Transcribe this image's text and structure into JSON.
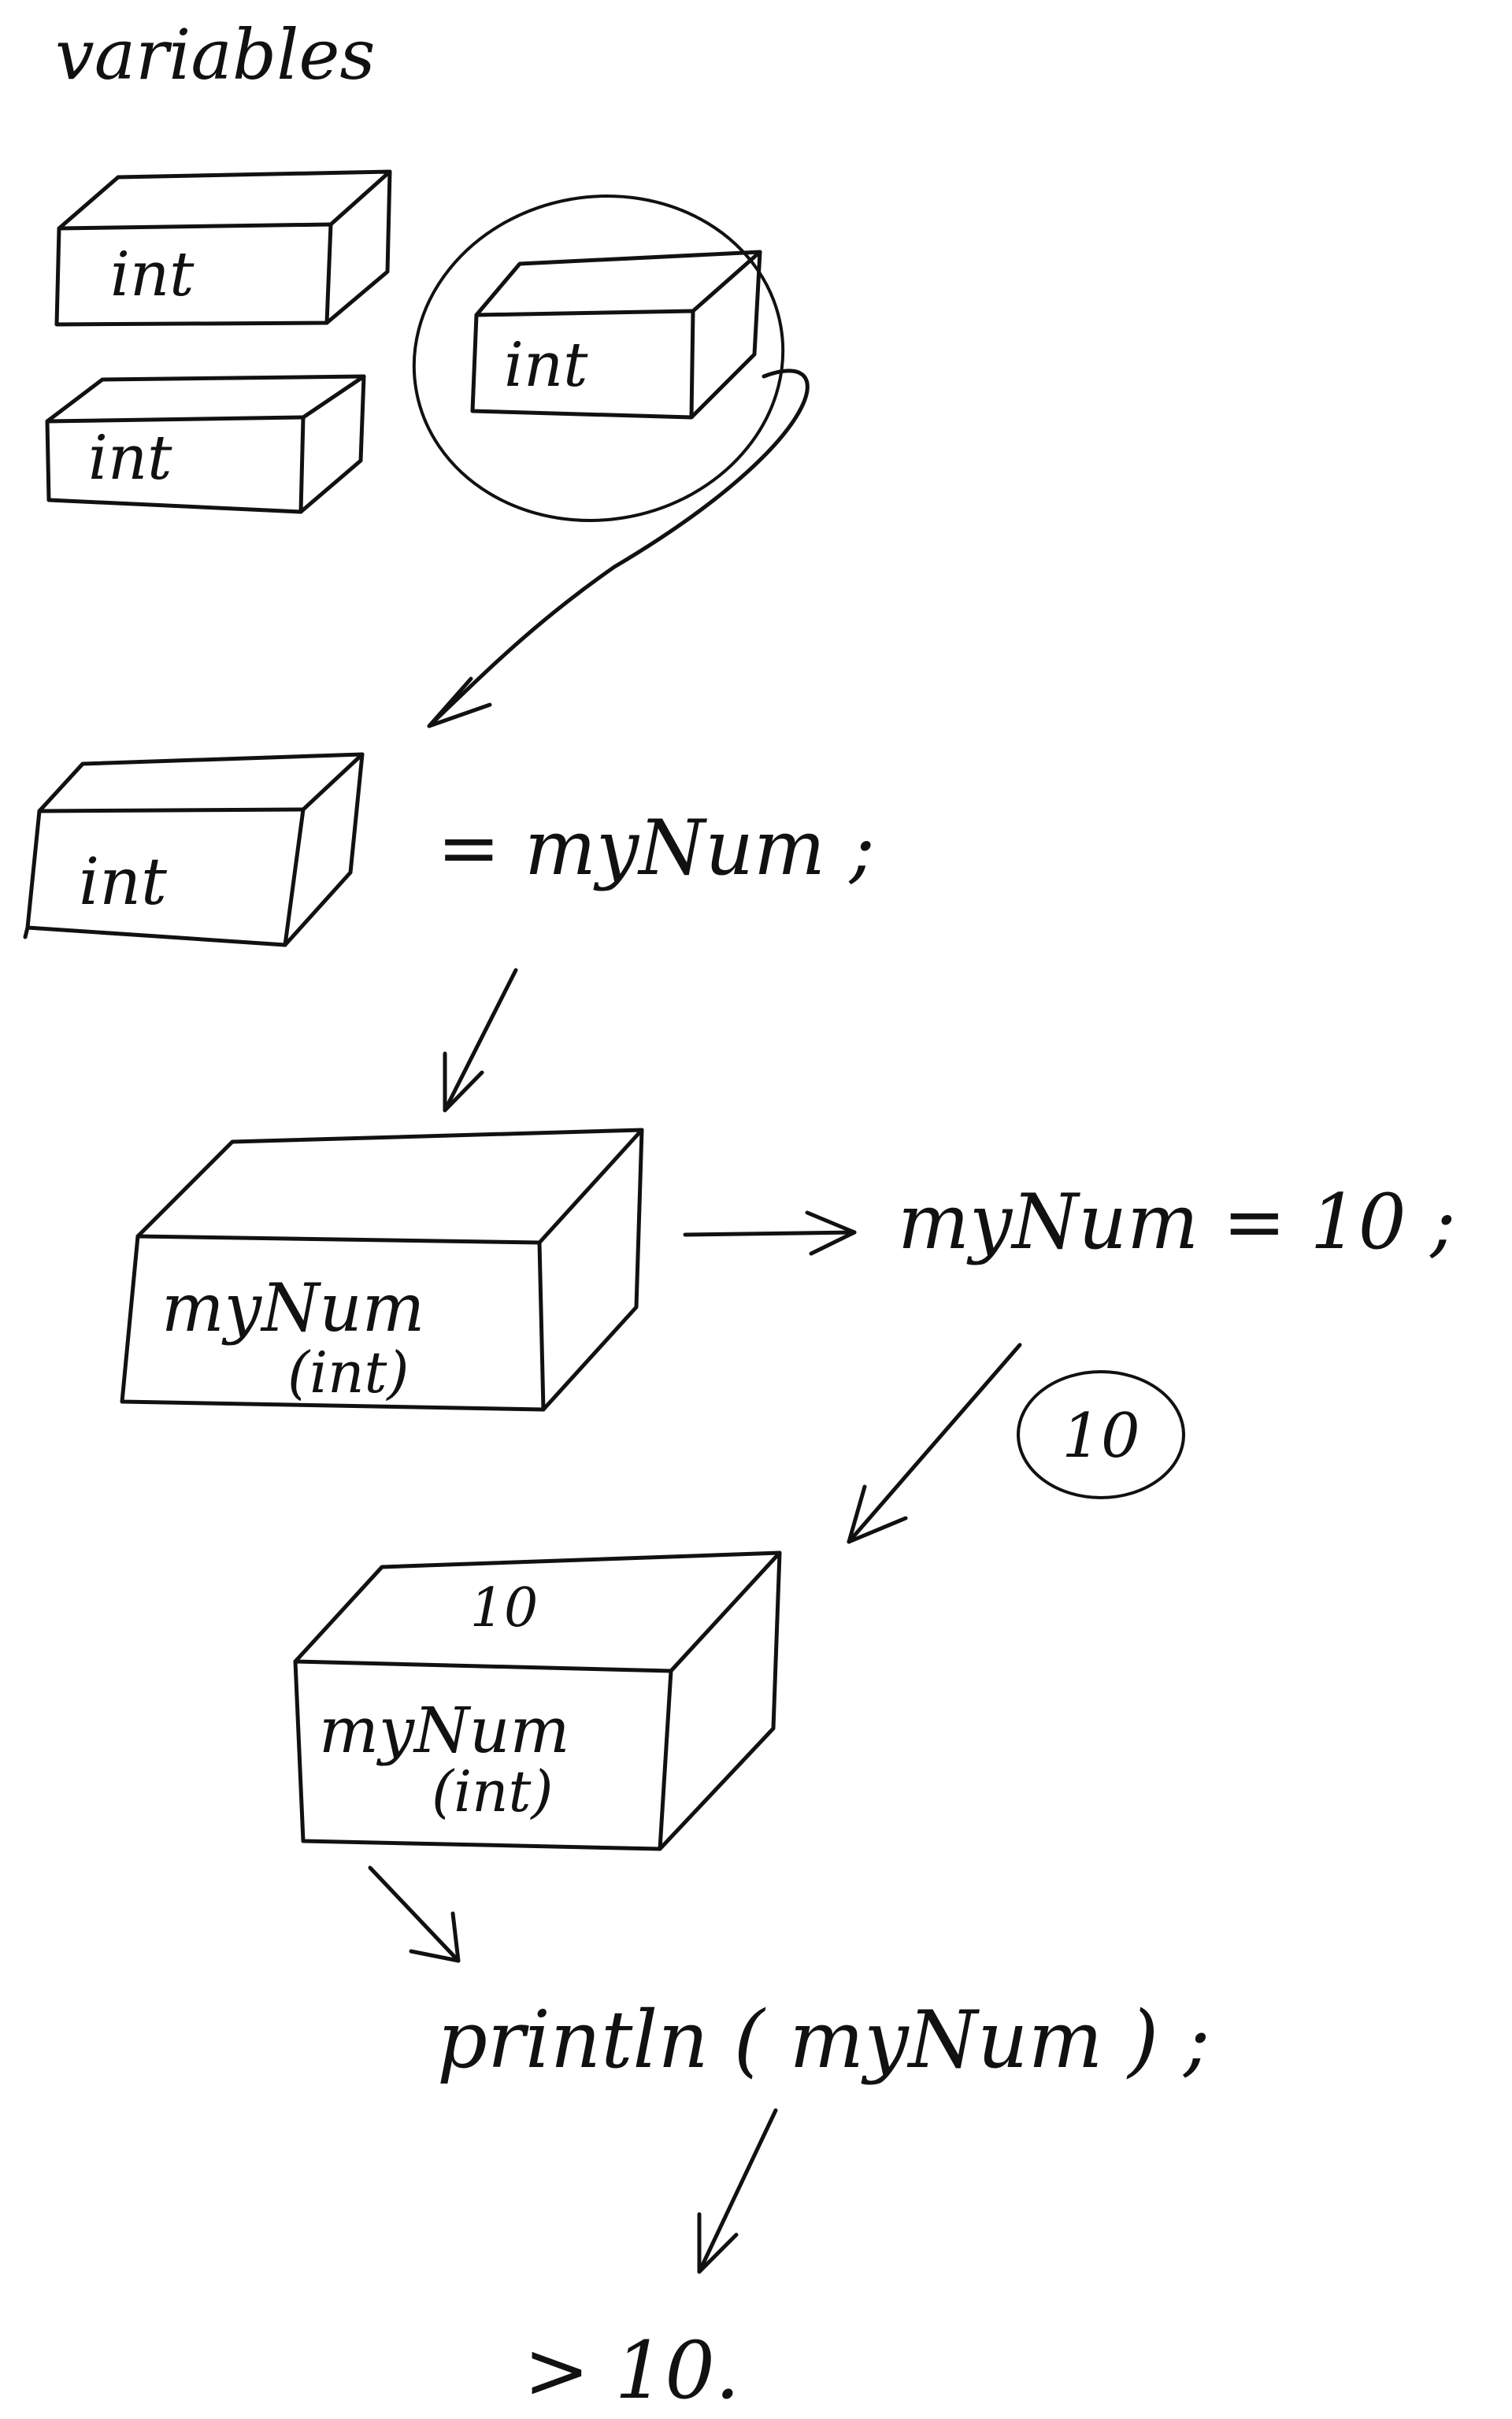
{
  "title": "variables",
  "top_boxes": [
    {
      "label": "int"
    },
    {
      "label": "int"
    },
    {
      "label": "int"
    }
  ],
  "declaration": {
    "box_label": "int",
    "statement": "= myNum ;"
  },
  "declared_box": {
    "name": "myNum",
    "type": "(int)"
  },
  "assignment": {
    "statement": "myNum = 10 ;",
    "value_bubble": "10"
  },
  "filled_box": {
    "top_value": "10",
    "name": "myNum",
    "type": "(int)"
  },
  "print": {
    "statement": "println ( myNum ) ;",
    "output": "> 10."
  }
}
